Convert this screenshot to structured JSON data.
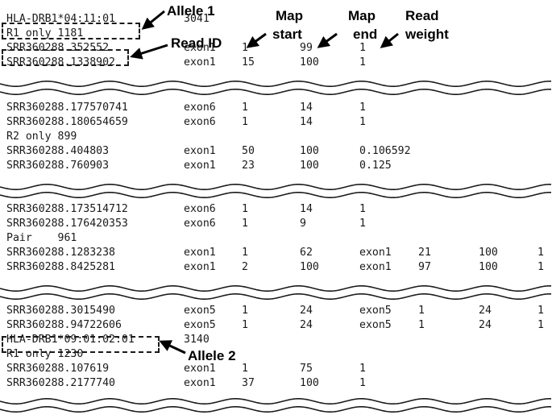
{
  "annotations": {
    "allele1": "Allele 1",
    "read_id": "Read ID",
    "map_start": [
      "Map",
      "start"
    ],
    "map_end": [
      "Map",
      "end"
    ],
    "read_weight": [
      "Read",
      "weight"
    ],
    "allele2": "Allele 2"
  },
  "rows": [
    {
      "id": "row-allele1-header",
      "cells": [
        "HLA-DRB1*04:11:01",
        "3041"
      ]
    },
    {
      "id": "row-r1-only-1181",
      "cells": [
        "R1 only 1181"
      ]
    },
    {
      "id": "row-read-1",
      "cells": [
        "SRR360288.352552",
        "exon1",
        "1",
        "99",
        "1"
      ]
    },
    {
      "id": "row-read-2",
      "cells": [
        "SRR360288.1338902",
        "exon1",
        "15",
        "100",
        "1"
      ]
    },
    {
      "id": "row-read-3",
      "cells": [
        "SRR360288.177570741",
        "exon6",
        "1",
        "14",
        "1"
      ]
    },
    {
      "id": "row-read-4",
      "cells": [
        "SRR360288.180654659",
        "exon6",
        "1",
        "14",
        "1"
      ]
    },
    {
      "id": "row-r2-only-899",
      "cells": [
        "R2 only 899"
      ]
    },
    {
      "id": "row-read-5",
      "cells": [
        "SRR360288.404803",
        "exon1",
        "50",
        "100",
        "0.106592"
      ]
    },
    {
      "id": "row-read-6",
      "cells": [
        "SRR360288.760903",
        "exon1",
        "23",
        "100",
        "0.125"
      ]
    },
    {
      "id": "row-read-7",
      "cells": [
        "SRR360288.173514712",
        "exon6",
        "1",
        "14",
        "1"
      ]
    },
    {
      "id": "row-read-8",
      "cells": [
        "SRR360288.176420353",
        "exon6",
        "1",
        "9",
        "1"
      ]
    },
    {
      "id": "row-pair-961",
      "cells": [
        "Pair    961"
      ]
    },
    {
      "id": "row-read-9",
      "cells": [
        "SRR360288.1283238",
        "exon1",
        "1",
        "62",
        "exon1",
        "21",
        "100",
        "1"
      ]
    },
    {
      "id": "row-read-10",
      "cells": [
        "SRR360288.8425281",
        "exon1",
        "2",
        "100",
        "exon1",
        "97",
        "100",
        "1"
      ]
    },
    {
      "id": "row-read-11",
      "cells": [
        "SRR360288.3015490",
        "exon5",
        "1",
        "24",
        "exon5",
        "1",
        "24",
        "1"
      ]
    },
    {
      "id": "row-read-12",
      "cells": [
        "SRR360288.94722606",
        "exon5",
        "1",
        "24",
        "exon5",
        "1",
        "24",
        "1"
      ]
    },
    {
      "id": "row-allele2-header",
      "cells": [
        "HLA-DRB1*09:01:02:01",
        "3140"
      ]
    },
    {
      "id": "row-r1-only-1230",
      "cells": [
        "R1 only 1230"
      ]
    },
    {
      "id": "row-read-13",
      "cells": [
        "SRR360288.107619",
        "exon1",
        "1",
        "75",
        "1"
      ]
    },
    {
      "id": "row-read-14",
      "cells": [
        "SRR360288.2177740",
        "exon1",
        "37",
        "100",
        "1"
      ]
    }
  ]
}
